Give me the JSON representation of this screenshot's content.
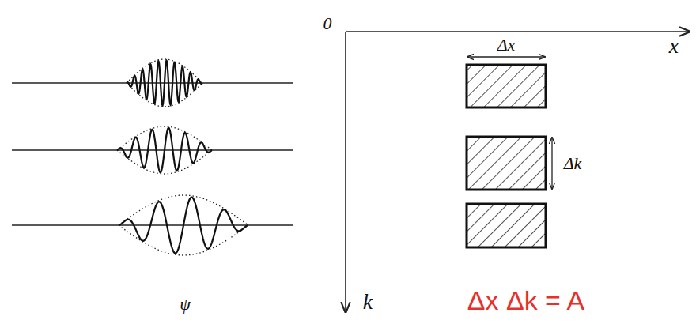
{
  "diagram": {
    "labels": [
      "0",
      "x",
      "Δx",
      "Δk",
      "ψ",
      "k",
      "Δx Δk = A"
    ]
  }
}
